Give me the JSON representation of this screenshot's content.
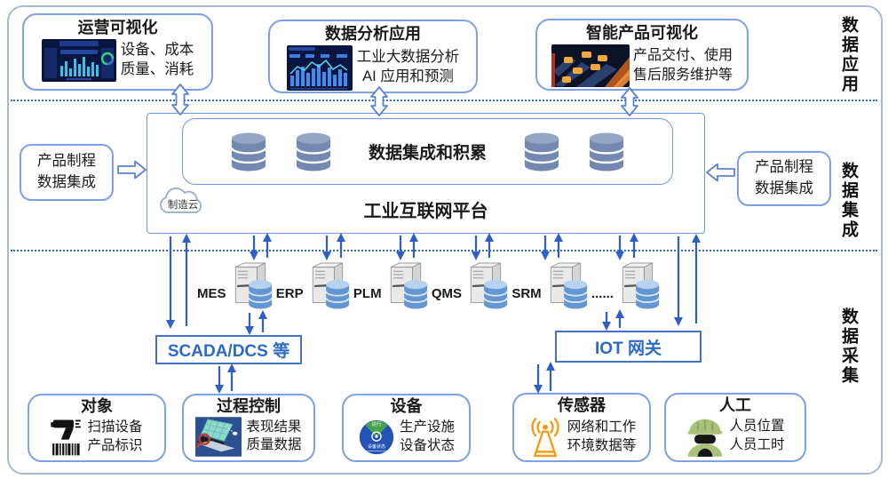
{
  "right_labels": [
    "数据应用",
    "数据集成",
    "数据采集"
  ],
  "apps": [
    {
      "title": "运营可视化",
      "lines": [
        "设备、成本",
        "质量、消耗"
      ]
    },
    {
      "title": "数据分析应用",
      "lines": [
        "工业大数据分析",
        "AI 应用和预测"
      ]
    },
    {
      "title": "智能产品可视化",
      "lines": [
        "产品交付、使用",
        "售后服务维护等"
      ]
    }
  ],
  "platform": {
    "title": "工业互联网平台",
    "storage_title": "数据集成和积累",
    "cloud_label": "制造云"
  },
  "integration_left": {
    "lines": [
      "产品制程",
      "数据集成"
    ]
  },
  "integration_right": {
    "lines": [
      "产品制程",
      "数据集成"
    ]
  },
  "systems": [
    "MES",
    "ERP",
    "PLM",
    "QMS",
    "SRM",
    "......"
  ],
  "gateways": {
    "scada": "SCADA/DCS 等",
    "iot": "IOT 网关"
  },
  "sources": [
    {
      "title": "对象",
      "lines": [
        "扫描设备",
        "产品标识"
      ],
      "icon": "barcode-scanner-icon"
    },
    {
      "title": "过程控制",
      "lines": [
        "表现结果",
        "质量数据"
      ],
      "icon": "laptop-analysis-icon"
    },
    {
      "title": "设备",
      "lines": [
        "生产设施",
        "设备状态"
      ],
      "icon": "equipment-status-icon",
      "badge_top": "运行",
      "badge_bottom": "设备状态"
    },
    {
      "title": "传感器",
      "lines": [
        "网络和工作",
        "环境数据等"
      ],
      "icon": "sensor-antenna-icon"
    },
    {
      "title": "人工",
      "lines": [
        "人员位置",
        "人员工时"
      ],
      "icon": "worker-helmet-icon"
    }
  ],
  "colors": {
    "arrow_blue": "#2e5ec9",
    "box_border": "#7da0e8",
    "gateway_border": "#4472c4",
    "gateway_text": "#2a6bc8",
    "dotted_line": "#2f6ad2",
    "database_fill": "#7389b1",
    "sensor_orange": "#f39c12",
    "helmet_green": "#a9c178"
  }
}
